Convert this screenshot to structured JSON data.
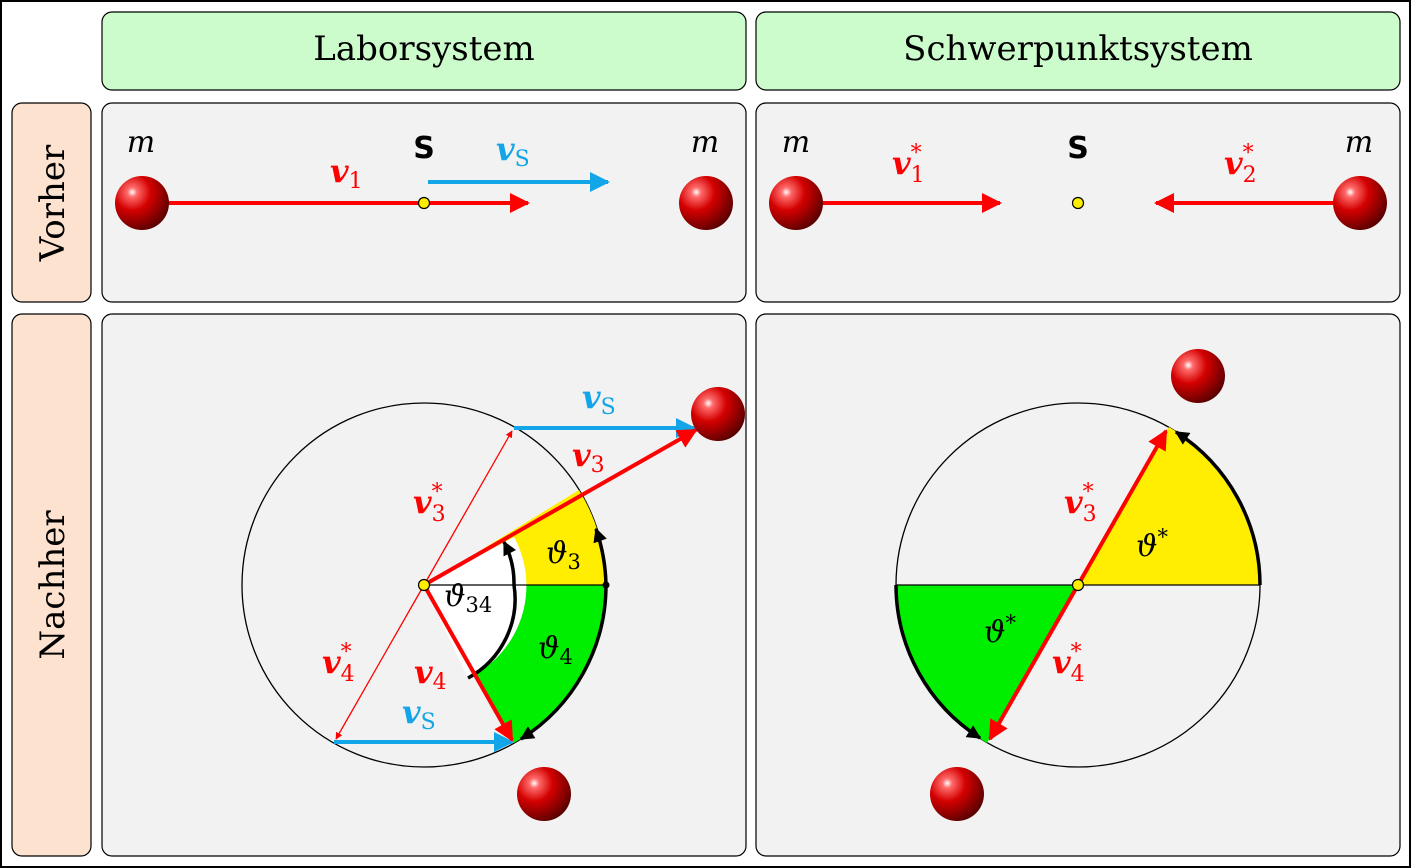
{
  "headers": {
    "lab": "Laborsystem",
    "cm": "Schwerpunktsystem"
  },
  "rows": {
    "before": "Vorher",
    "after": "Nachher"
  },
  "labels": {
    "mass": "m",
    "center": "S",
    "v": "v",
    "sub_1": "1",
    "sub_3": "3",
    "sub_4": "4",
    "sub_S": "S",
    "sub_2": "2",
    "star": "*",
    "theta": "ϑ",
    "sub_34": "34"
  },
  "colors": {
    "header_fill": "#ccfccc",
    "row_label_fill": "#fde2d0",
    "panel_fill": "#f2f2f2",
    "red": "#ff0000",
    "blue": "#12a5e8",
    "yellow": "#ffee00",
    "green": "#00ee00",
    "cm_point": "#ffee00"
  },
  "icons": {
    "mass_ball": "red-sphere",
    "center_of_mass": "yellow-dot"
  }
}
